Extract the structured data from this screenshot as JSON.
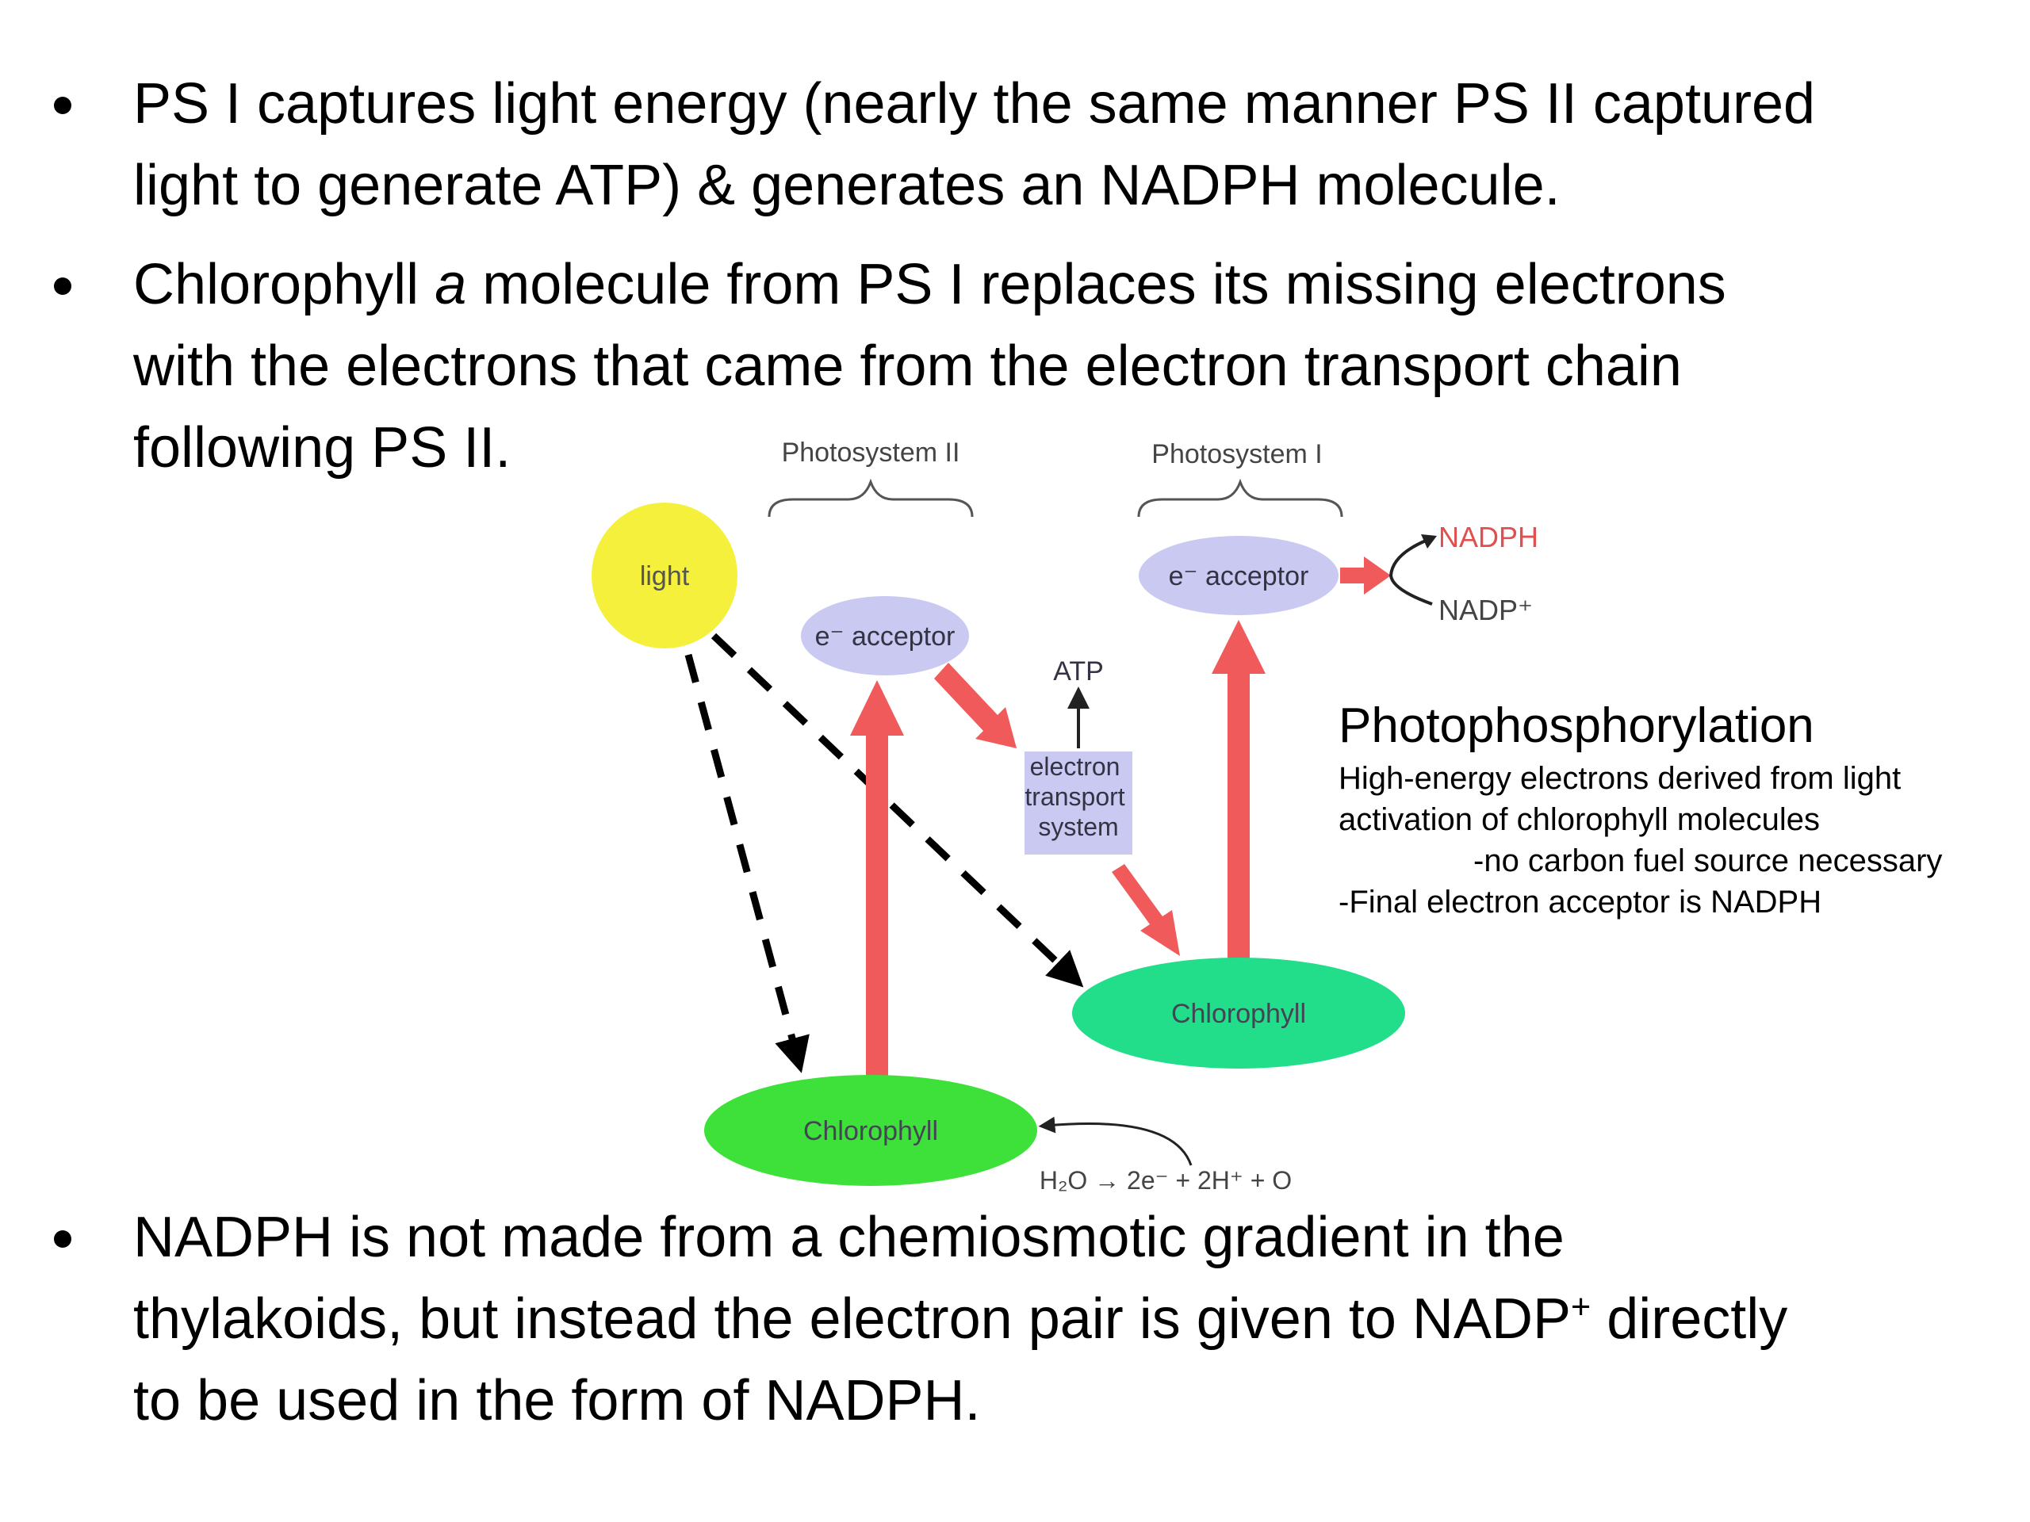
{
  "bullets": [
    {
      "lines": [
        "PS I captures light energy (nearly the same manner PS II captured",
        "light to generate ATP) & generates an NADPH molecule."
      ]
    },
    {
      "line1_before": "Chlorophyll ",
      "line1_italic": "a",
      "line1_after": " molecule from PS I replaces its missing electrons",
      "lines": [
        "with the electrons that came from the electron transport chain",
        "following PS II."
      ]
    },
    {
      "line1": "NADPH is not made from a chemiosmotic gradient in the",
      "line2_before": "thylakoids, but instead the electron pair is given to NADP",
      "line2_sup": "+",
      "line2_after": " directly",
      "line3": "to be used in the form of NADPH."
    }
  ],
  "diagram": {
    "photosystem_ii_label": "Photosystem II",
    "photosystem_i_label": "Photosystem I",
    "light_label": "light",
    "acceptor_ii_label": "e⁻ acceptor",
    "acceptor_i_label": "e⁻ acceptor",
    "atp_label": "ATP",
    "ets_lines": [
      "electron",
      "transport",
      "system"
    ],
    "chlorophyll_ii_label": "Chlorophyll",
    "chlorophyll_i_label": "Chlorophyll",
    "nadph_label": "NADPH",
    "nadp_label": "NADP⁺",
    "water_equation": "H₂O → 2e⁻ + 2H⁺ + O",
    "colors": {
      "light": "#f5f03c",
      "acceptor": "#c9c9f2",
      "ets_box": "#c9c9f2",
      "chlorophyll_ii": "#3ee03a",
      "chlorophyll_i": "#22dd8a",
      "red_arrow": "#f05a5a",
      "nadph_text": "#e05050"
    }
  },
  "photophosphorylation": {
    "title": "Photophosphorylation",
    "line1": "High-energy electrons derived from light",
    "line2": "activation of chlorophyll molecules",
    "line3": "-no carbon fuel source necessary",
    "line4": "-Final electron acceptor is NADPH"
  }
}
